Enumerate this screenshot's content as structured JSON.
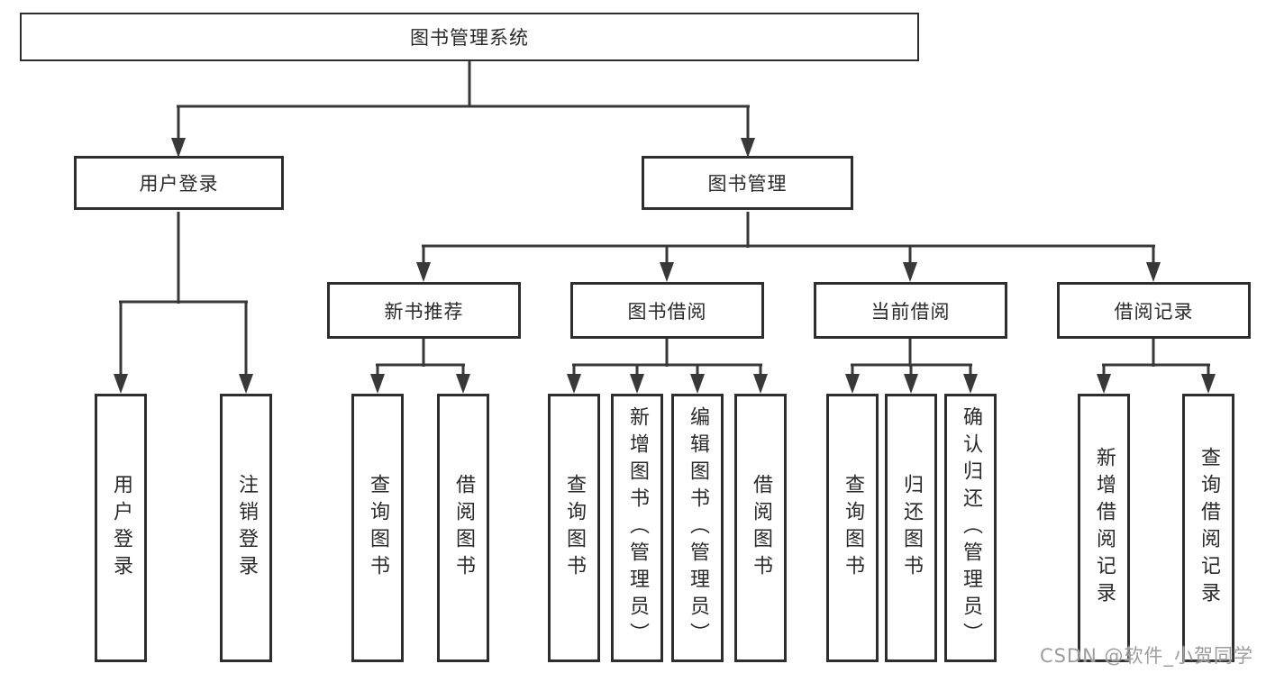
{
  "diagram": {
    "root": {
      "label": "图书管理系统"
    },
    "branches": {
      "user": {
        "label": "用户登录"
      },
      "mgmt": {
        "label": "图书管理"
      }
    },
    "modules": {
      "recommend": {
        "label": "新书推荐"
      },
      "borrow": {
        "label": "图书借阅"
      },
      "current": {
        "label": "当前借阅"
      },
      "records": {
        "label": "借阅记录"
      }
    },
    "leaves": {
      "user": [
        "用户登录",
        "注销登录"
      ],
      "recommend": [
        "查询图书",
        "借阅图书"
      ],
      "borrow": [
        "查询图书",
        "新增图书（管理员）",
        "编辑图书（管理员）",
        "借阅图书"
      ],
      "current": [
        "查询图书",
        "归还图书",
        "确认归还（管理员）"
      ],
      "records": [
        "新增借阅记录",
        "查询借阅记录"
      ]
    }
  },
  "watermark": {
    "text": "CSDN @软件_小贺同学",
    "color": "#9d9d9d"
  },
  "colors": {
    "line": "#383838",
    "box_border": "#2e2e2e",
    "text": "#2a2a2a",
    "background": "#ffffff"
  }
}
